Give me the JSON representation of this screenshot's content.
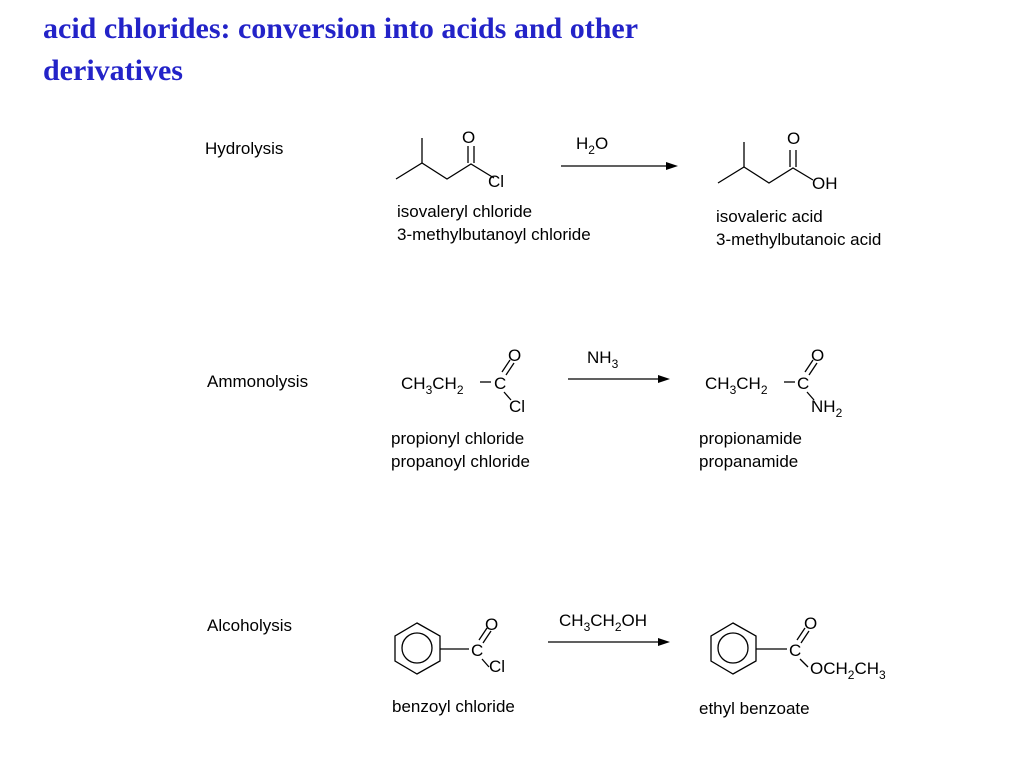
{
  "title": {
    "line1": "acid chlorides:  conversion into acids and other",
    "line2": "derivatives"
  },
  "reactions": [
    {
      "type": "Hydrolysis",
      "reagent": "H2O",
      "reactant": {
        "common_name": "isovaleryl chloride",
        "iupac_name": "3-methylbutanoyl chloride"
      },
      "product": {
        "common_name": "isovaleric acid",
        "iupac_name": "3-methylbutanoic acid"
      }
    },
    {
      "type": "Ammonolysis",
      "reagent": "NH3",
      "reactant": {
        "common_name": "propionyl chloride",
        "iupac_name": "propanoyl chloride"
      },
      "product": {
        "common_name": "propionamide",
        "iupac_name": "propanamide"
      }
    },
    {
      "type": "Alcoholysis",
      "reagent": "CH3CH2OH",
      "reactant": {
        "common_name": "benzoyl chloride"
      },
      "product": {
        "common_name": "ethyl benzoate"
      }
    }
  ],
  "atoms": {
    "O": "O",
    "Cl": "Cl",
    "OH": "OH",
    "C": "C",
    "CH": "CH",
    "sub3": "3",
    "sub2": "2",
    "H": "H",
    "N": "N",
    "NH": "NH",
    "OCH": "OCH"
  }
}
